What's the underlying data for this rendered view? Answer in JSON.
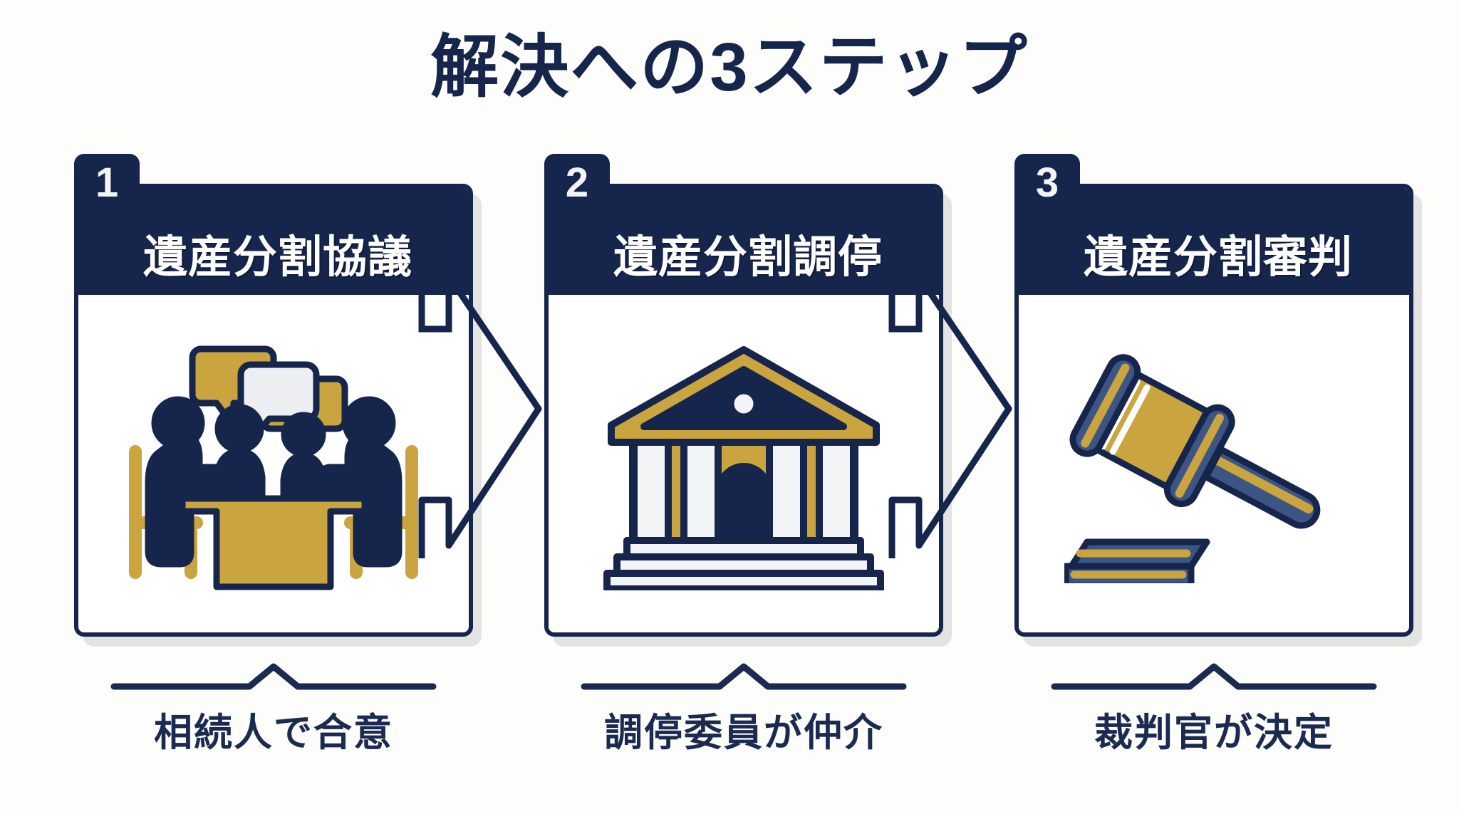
{
  "title": "解決への3ステップ",
  "colors": {
    "navy": "#16254c",
    "gold": "#c9a43f",
    "white": "#ffffff",
    "background": "#fdfdfc",
    "shadow": "#d9d9d9"
  },
  "steps": [
    {
      "number": "1",
      "header": "遺産分割協議",
      "icon": "people-meeting-table-icon",
      "caption": "相続人で合意"
    },
    {
      "number": "2",
      "header": "遺産分割調停",
      "icon": "courthouse-icon",
      "caption": "調停委員が仲介"
    },
    {
      "number": "3",
      "header": "遺産分割審判",
      "icon": "gavel-icon",
      "caption": "裁判官が決定"
    }
  ],
  "connectors": [
    {
      "name": "arrow-step-1-to-2",
      "direction": "right"
    },
    {
      "name": "arrow-step-2-to-3",
      "direction": "right"
    }
  ]
}
